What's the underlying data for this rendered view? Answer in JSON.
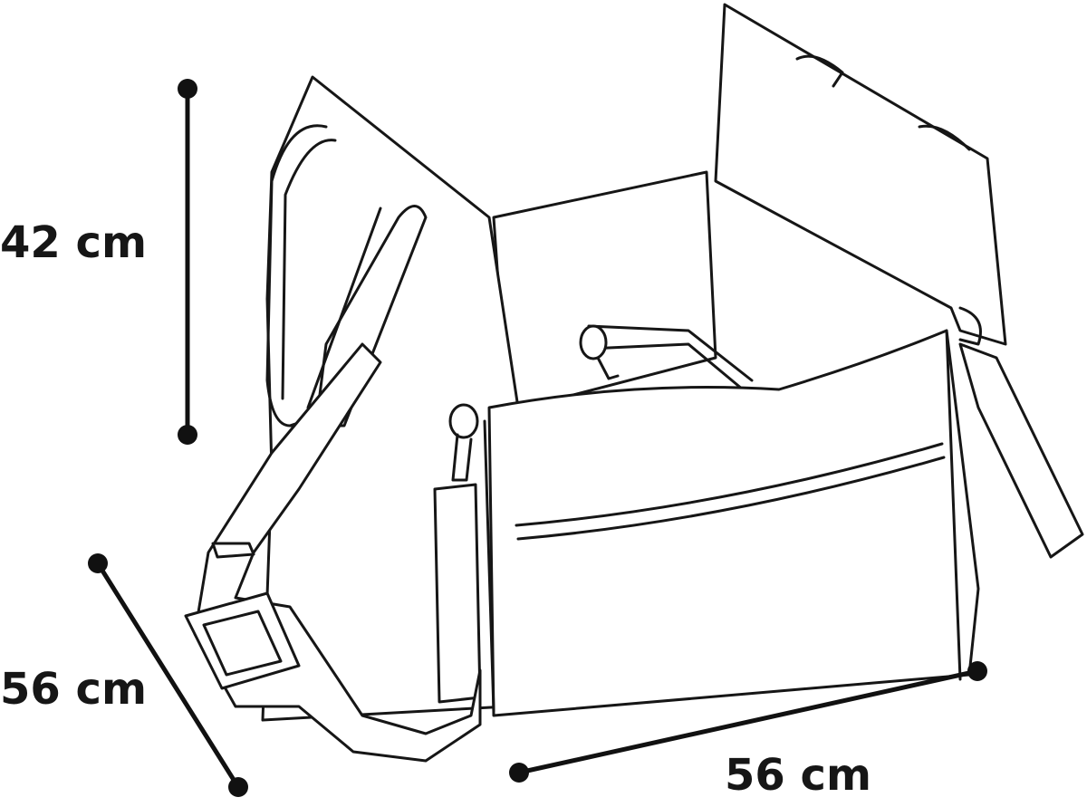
{
  "dimensions": {
    "height": {
      "label": "42 cm"
    },
    "depth": {
      "label": "56 cm"
    },
    "width": {
      "label": "56 cm"
    }
  },
  "colors": {
    "line": "#161616",
    "background": "#ffffff"
  },
  "illustration": {
    "subject": "duffel-style pet carrier bag with shoulder strap",
    "icon": "bag-line-drawing"
  }
}
